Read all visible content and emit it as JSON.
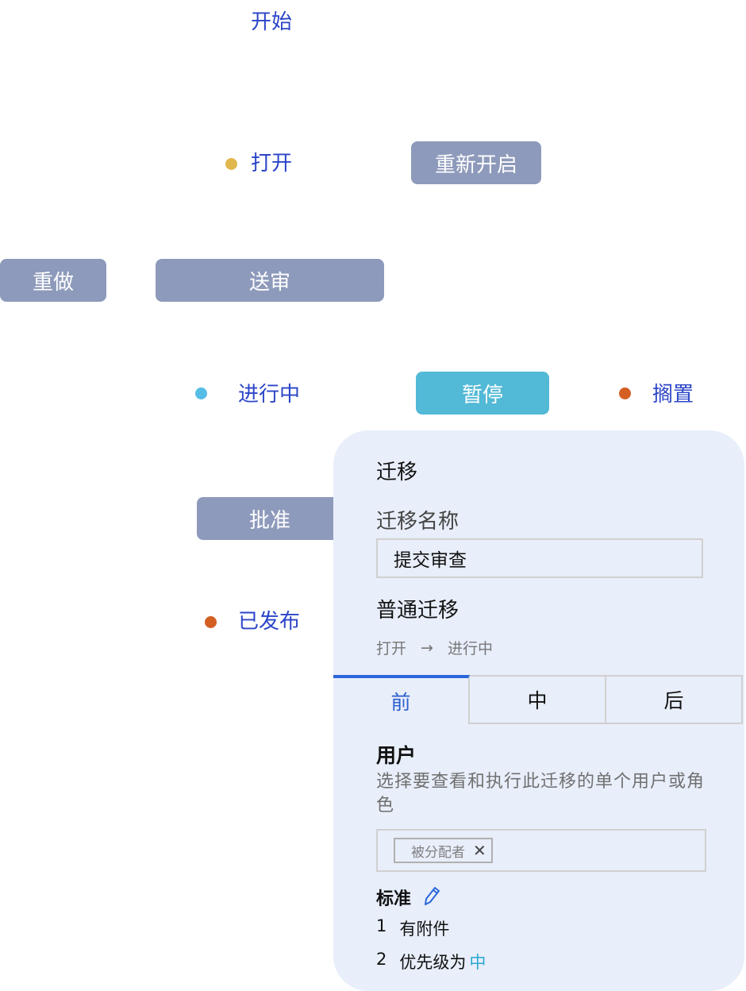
{
  "workflow": {
    "start_label": "开始",
    "statuses": [
      {
        "label": "打开",
        "color": "#e0b84e"
      },
      {
        "label": "进行中",
        "color": "#56bde6"
      },
      {
        "label": "搁置",
        "color": "#d45f23"
      },
      {
        "label": "已发布",
        "color": "#d45f23"
      }
    ],
    "transitions": [
      {
        "label": "重新开启"
      },
      {
        "label": "重做"
      },
      {
        "label": "送审"
      },
      {
        "label": "暂停"
      },
      {
        "label": "批准"
      }
    ]
  },
  "panel": {
    "title": "迁移",
    "name_label": "迁移名称",
    "name_value": "提交审查",
    "type_label": "普通迁移",
    "path": {
      "from": "打开",
      "arrow": "→",
      "to": "进行中"
    },
    "tabs": [
      {
        "label": "前",
        "active": true
      },
      {
        "label": "中",
        "active": false
      },
      {
        "label": "后",
        "active": false
      }
    ],
    "users": {
      "title": "用户",
      "description": "选择要查看和执行此迁移的单个用户或角色",
      "chips": [
        {
          "label": "被分配者",
          "remove": "✕"
        }
      ]
    },
    "criteria": {
      "title": "标准",
      "items": [
        {
          "num": "1",
          "text": "有附件",
          "highlight": ""
        },
        {
          "num": "2",
          "text": "优先级为",
          "highlight": "中"
        }
      ]
    }
  }
}
